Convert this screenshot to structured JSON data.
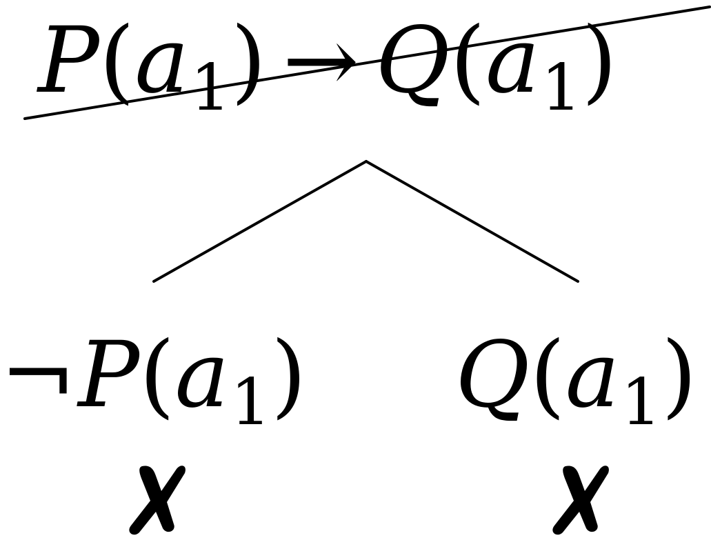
{
  "diagram": {
    "root": {
      "antecedent": {
        "predicate": "P",
        "variable": "a",
        "subscript": "1"
      },
      "connective": "→",
      "consequent": {
        "predicate": "Q",
        "variable": "a",
        "subscript": "1"
      },
      "checked_off": true
    },
    "branches": [
      {
        "negation": "¬",
        "predicate": "P",
        "variable": "a",
        "subscript": "1",
        "closed": true,
        "close_mark_icon": "cross-mark-icon"
      },
      {
        "negation": "",
        "predicate": "Q",
        "variable": "a",
        "subscript": "1",
        "closed": true,
        "close_mark_icon": "cross-mark-icon"
      }
    ],
    "colors": {
      "ink": "#000000",
      "background": "#ffffff"
    }
  }
}
